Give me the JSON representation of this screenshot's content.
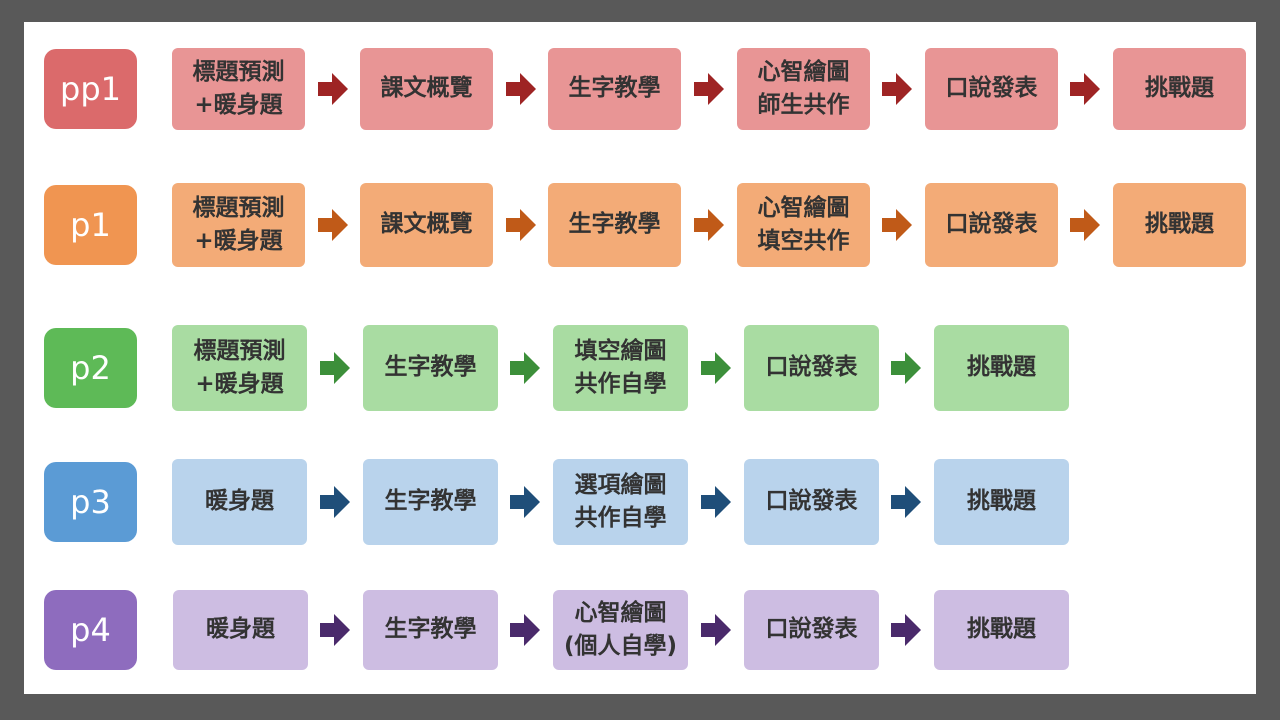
{
  "rows": [
    {
      "label": "pp1",
      "label_color": "#DB6A6B",
      "box_color": "#E89595",
      "arrow_color": "#9E2424",
      "steps": [
        [
          "標題預測",
          "+暖身題"
        ],
        [
          "課文概覽"
        ],
        [
          "生字教學"
        ],
        [
          "心智繪圖",
          "師生共作"
        ],
        [
          "口說發表"
        ],
        [
          "挑戰題"
        ]
      ]
    },
    {
      "label": "p1",
      "label_color": "#F09551",
      "box_color": "#F3AB77",
      "arrow_color": "#C05A18",
      "steps": [
        [
          "標題預測",
          "+暖身題"
        ],
        [
          "課文概覽"
        ],
        [
          "生字教學"
        ],
        [
          "心智繪圖",
          "填空共作"
        ],
        [
          "口說發表"
        ],
        [
          "挑戰題"
        ]
      ]
    },
    {
      "label": "p2",
      "label_color": "#5EBA57",
      "box_color": "#A9DCA2",
      "arrow_color": "#3C8F3A",
      "steps": [
        [
          "標題預測",
          "+暖身題"
        ],
        [
          "生字教學"
        ],
        [
          "填空繪圖",
          "共作自學"
        ],
        [
          "口說發表"
        ],
        [
          "挑戰題"
        ]
      ]
    },
    {
      "label": "p3",
      "label_color": "#5B9BD5",
      "box_color": "#B9D3EC",
      "arrow_color": "#1F4E79",
      "steps": [
        [
          "暖身題"
        ],
        [
          "生字教學"
        ],
        [
          "選項繪圖",
          "共作自學"
        ],
        [
          "口說發表"
        ],
        [
          "挑戰題"
        ]
      ]
    },
    {
      "label": "p4",
      "label_color": "#8E6CBE",
      "box_color": "#CDBDE2",
      "arrow_color": "#4A2A6B",
      "steps": [
        [
          "暖身題"
        ],
        [
          "生字教學"
        ],
        [
          "心智繪圖",
          "(個人自學)"
        ],
        [
          "口說發表"
        ],
        [
          "挑戰題"
        ]
      ]
    }
  ]
}
